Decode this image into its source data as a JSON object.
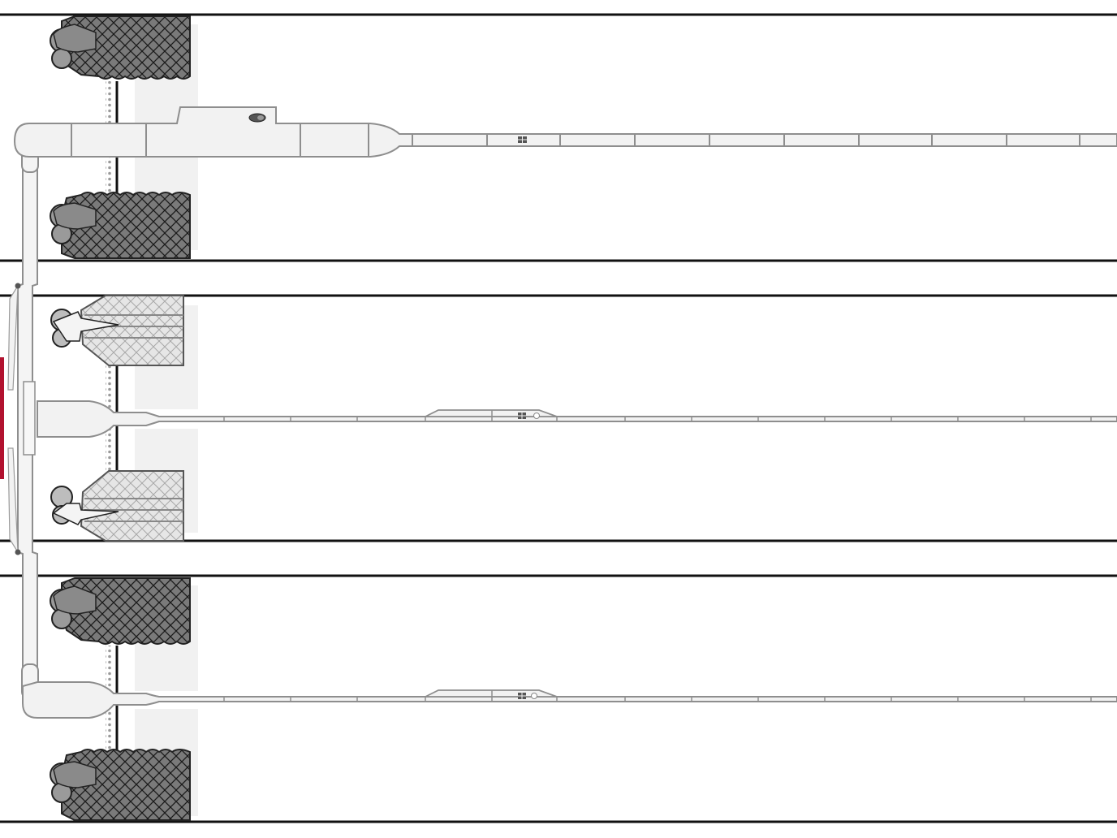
{
  "colors": {
    "background": "#ffffff",
    "lane_line": "#111111",
    "rail_fill": "#f2f2f2",
    "rail_stroke": "#8e8e8e",
    "blade_dark": "#7a7a7a",
    "blade_light": "#dcdcdc",
    "accent": "#b2122f"
  },
  "icons": {
    "plug": "plug-icon",
    "window": "window-icon",
    "indicator": "indicator-light-icon"
  },
  "lanes": [
    {
      "id": "top",
      "blade_style": "dark"
    },
    {
      "id": "middle",
      "blade_style": "light"
    },
    {
      "id": "bottom",
      "blade_style": "dark"
    }
  ]
}
